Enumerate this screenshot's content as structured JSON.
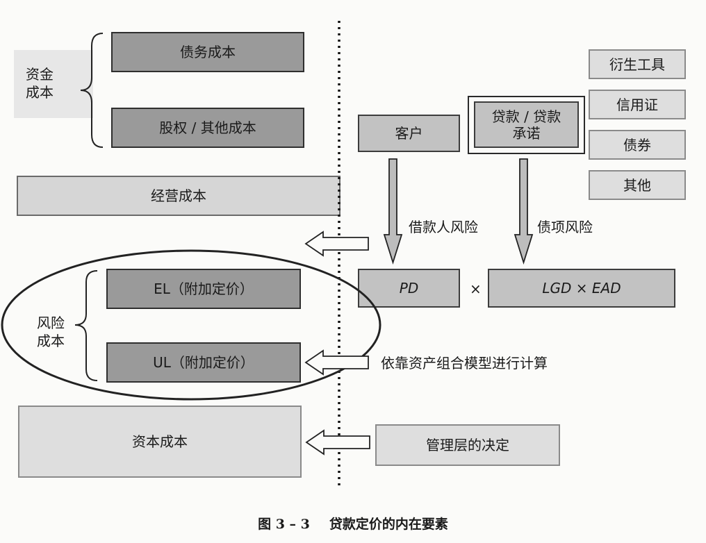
{
  "left": {
    "capital_cost_label": [
      "资金",
      "成本"
    ],
    "debt_cost": "债务成本",
    "equity_cost": "股权 / 其他成本",
    "operating_cost": "经营成本",
    "risk_cost_label": [
      "风险",
      "成本"
    ],
    "el": "EL（附加定价）",
    "ul": "UL（附加定价）",
    "equity_capital_cost": "资本成本"
  },
  "right": {
    "products": [
      "衍生工具",
      "信用证",
      "债券",
      "其他"
    ],
    "customer": "客户",
    "loan_commitment": [
      "贷款 / 贷款",
      "承诺"
    ],
    "borrower_risk": "借款人风险",
    "facility_risk": "债项风险",
    "pd": "PD",
    "times": "×",
    "lgd_ead": "LGD × EAD",
    "portfolio_model": "依靠资产组合模型进行计算",
    "management_decision": "管理层的决定"
  },
  "caption": {
    "number": "图 3 – 3",
    "title": "贷款定价的内在要素"
  }
}
